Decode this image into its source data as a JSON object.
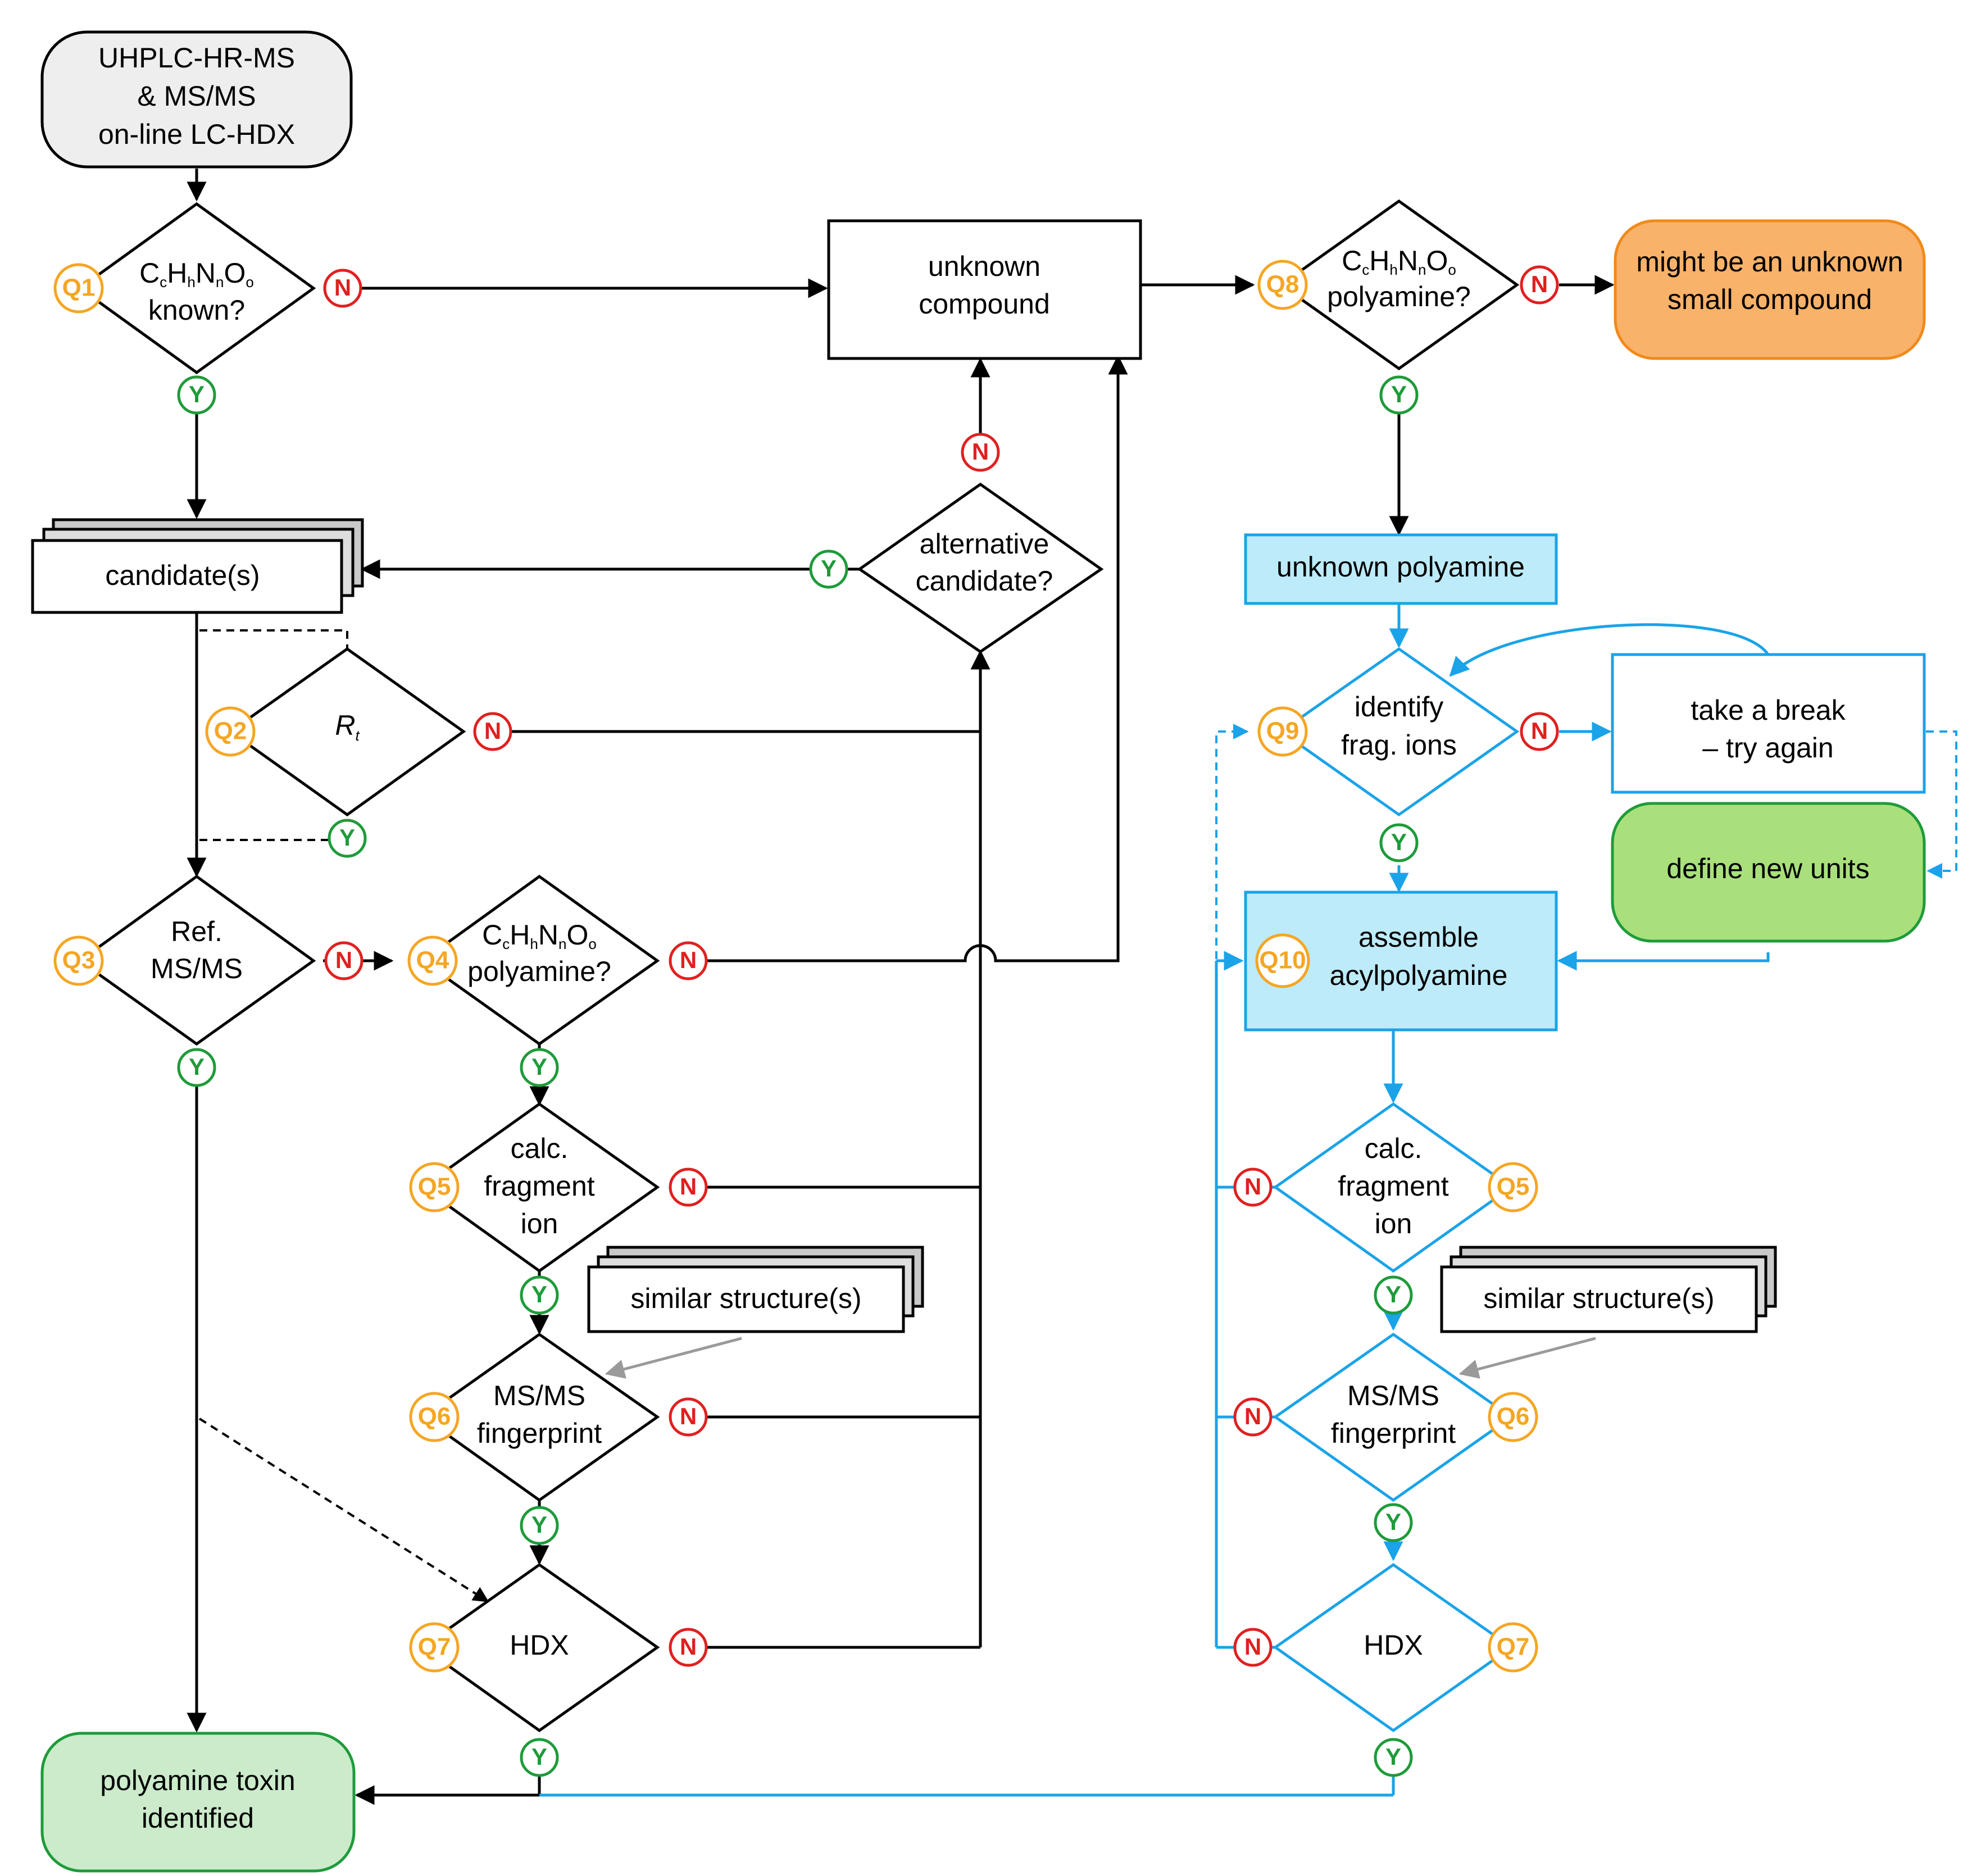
{
  "nodes": {
    "start": [
      "UHPLC-HR-MS",
      "& MS/MS",
      "on-line LC-HDX"
    ],
    "q1_label": "known?",
    "unknown_compound": [
      "unknown",
      "compound"
    ],
    "q8_label": "polyamine?",
    "might_be": [
      "might be an unknown",
      "small compound"
    ],
    "candidates": "candidate(s)",
    "alternative": [
      "alternative",
      "candidate?"
    ],
    "unknown_polyamine": "unknown polyamine",
    "q2_label": "R",
    "q2_sub": "t",
    "identify": [
      "identify",
      "frag. ions"
    ],
    "take_break": [
      "take a break",
      "– try again"
    ],
    "define_units": "define new units",
    "ref_msms": [
      "Ref.",
      "MS/MS"
    ],
    "q4_label": "polyamine?",
    "assemble": [
      "assemble",
      "acylpolyamine"
    ],
    "calc_fragment": [
      "calc.",
      "fragment",
      "ion"
    ],
    "similar": "similar structure(s)",
    "msms_fp": [
      "MS/MS",
      "fingerprint"
    ],
    "hdx": "HDX",
    "identified": [
      "polyamine toxin",
      "identified"
    ]
  },
  "formula": {
    "C": "C",
    "c": "c",
    "H": "H",
    "h": "h",
    "N": "N",
    "n": "n",
    "O": "O",
    "o": "o"
  },
  "markers": {
    "Q1": "Q1",
    "Q2": "Q2",
    "Q3": "Q3",
    "Q4": "Q4",
    "Q5": "Q5",
    "Q6": "Q6",
    "Q7": "Q7",
    "Q8": "Q8",
    "Q9": "Q9",
    "Q10": "Q10",
    "Y": "Y",
    "N": "N"
  },
  "colors": {
    "orange": "#F5A623",
    "green": "#1E9B3A",
    "red": "#E02020",
    "blue": "#1AA3E8",
    "start_fill": "#EEEEEE",
    "might_fill": "#F9B26A",
    "define_fill": "#A9E07C",
    "identified_fill": "#CBEBCB",
    "poly_fill": "#BDEBF9"
  }
}
